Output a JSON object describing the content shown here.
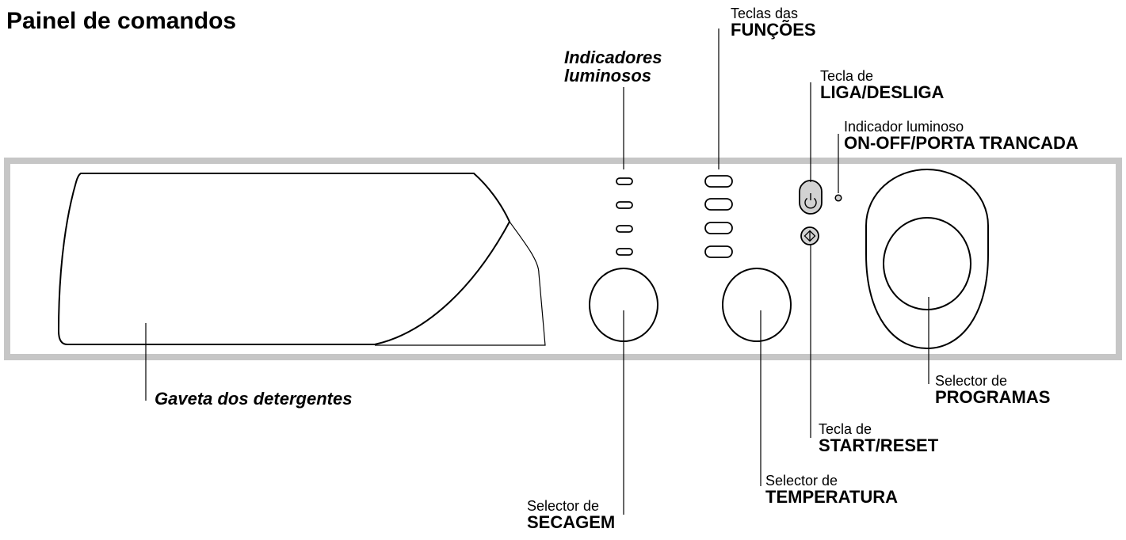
{
  "title": "Painel de comandos",
  "labels": {
    "indicadores_luminosos": {
      "line1": "Indicadores",
      "line2": "luminosos"
    },
    "teclas_funcoes": {
      "small": "Teclas das",
      "bold": "FUNÇÕES"
    },
    "tecla_liga": {
      "small": "Tecla de",
      "bold": "LIGA/DESLIGA"
    },
    "indicador_onoff": {
      "small": "Indicador luminoso",
      "bold": "ON-OFF/PORTA TRANCADA"
    },
    "gaveta": {
      "bold": "Gaveta dos detergentes"
    },
    "selector_programas": {
      "small": "Selector de",
      "bold": "PROGRAMAS"
    },
    "tecla_start": {
      "small": "Tecla de",
      "bold": "START/RESET"
    },
    "selector_temperatura": {
      "small": "Selector de",
      "bold": "TEMPERATURA"
    },
    "selector_secagem": {
      "small": "Selector de",
      "bold": "SECAGEM"
    }
  },
  "icons": {
    "power_button": "power-icon",
    "start_button": "start-reset-icon"
  },
  "colors": {
    "panel_border": "#c6c6c6",
    "button_fill": "#d2d2d2",
    "line": "#000000"
  }
}
